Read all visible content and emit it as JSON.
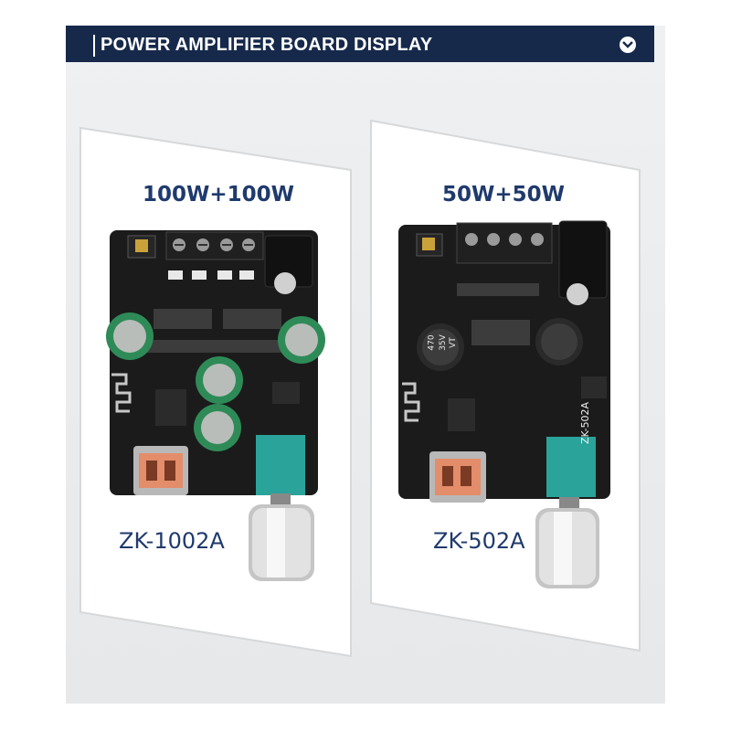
{
  "header": {
    "title": "POWER AMPLIFIER BOARD DISPLAY",
    "dropdown_icon": "chevron-down-icon"
  },
  "colors": {
    "header_bg": "#16294b",
    "label_text": "#1f3a6d",
    "pcb": "#1a1a1a",
    "capacitor_green": "#2e8b57",
    "potentiometer_teal": "#2aa39a"
  },
  "boards": [
    {
      "power": "100W+100W",
      "model": "ZK-1002A"
    },
    {
      "power": "50W+50W",
      "model": "ZK-502A",
      "silkscreen": "ZK-502A",
      "cap_label": [
        "470",
        "35V",
        "VT"
      ]
    }
  ]
}
